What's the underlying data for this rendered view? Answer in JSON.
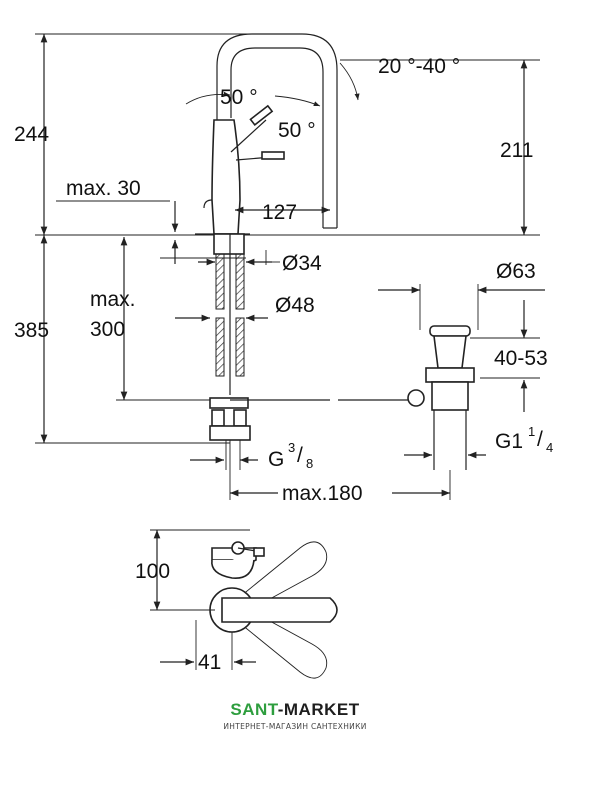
{
  "dimensions": {
    "h_total_top": "244",
    "h_spout": "211",
    "h_below": "385",
    "max_label": "max.",
    "max_30": "max. 30",
    "max_300": "300",
    "reach": "127",
    "angle_handle_1": "50 °",
    "angle_handle_2": "50 °",
    "spout_rotation": "20 °-40 °",
    "dia_34": "Ø34",
    "dia_48": "Ø48",
    "dia_63": "Ø63",
    "range_40_53": "40-53",
    "thread_g38_base": "G",
    "thread_g38_num": "3",
    "thread_g38_den": "8",
    "thread_g114_base": "G1",
    "thread_g114_num": "1",
    "thread_g114_den": "4",
    "max_180": "max.180",
    "top_100": "100",
    "top_41": "41"
  },
  "brand": {
    "name_part1": "SANT",
    "name_part2": "-MARKET",
    "subtitle": "ИНТЕРНЕТ-МАГАЗИН САНТЕХНИКИ",
    "color_green": "#2e9e3e",
    "color_dark": "#1e1e1e"
  }
}
